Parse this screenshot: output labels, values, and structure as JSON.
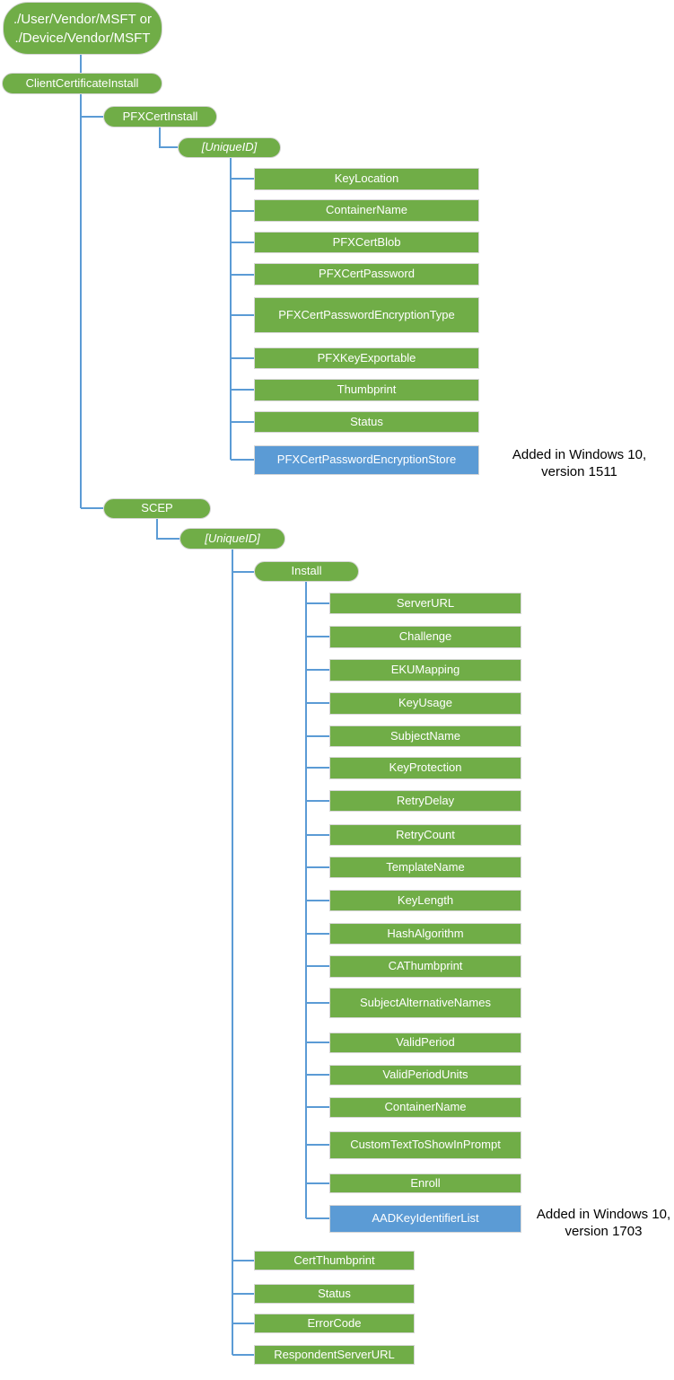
{
  "colors": {
    "node_green": "#70AD47",
    "node_blue": "#5B9BD5",
    "connector_blue": "#5B9BD5",
    "node_border_gray": "#D6D6D6",
    "node_text": "#FFFFFF",
    "annotation_text": "#000000"
  },
  "root": {
    "label": "./User/Vendor/MSFT or\n./Device/Vendor/MSFT"
  },
  "nodes": {
    "client_certificate_install": "ClientCertificateInstall",
    "pfx_cert_install": "PFXCertInstall",
    "pfx_unique_id": "[UniqueID]",
    "key_location": "KeyLocation",
    "container_name": "ContainerName",
    "pfx_cert_blob": "PFXCertBlob",
    "pfx_cert_password": "PFXCertPassword",
    "pfx_cert_password_encryption_type": "PFXCertPasswordEncryptionType",
    "pfx_key_exportable": "PFXKeyExportable",
    "thumbprint": "Thumbprint",
    "status_pfx": "Status",
    "pfx_cert_password_encryption_store": "PFXCertPasswordEncryptionStore",
    "scep": "SCEP",
    "scep_unique_id": "[UniqueID]",
    "install": "Install",
    "server_url": "ServerURL",
    "challenge": "Challenge",
    "eku_mapping": "EKUMapping",
    "key_usage": "KeyUsage",
    "subject_name": "SubjectName",
    "key_protection": "KeyProtection",
    "retry_delay": "RetryDelay",
    "retry_count": "RetryCount",
    "template_name": "TemplateName",
    "key_length": "KeyLength",
    "hash_algorithm": "HashAlgorithm",
    "ca_thumbprint": "CAThumbprint",
    "subject_alternative_names": "SubjectAlternativeNames",
    "valid_period": "ValidPeriod",
    "valid_period_units": "ValidPeriodUnits",
    "container_name_scep": "ContainerName",
    "custom_text_to_show_in_prompt": "CustomTextToShowInPrompt",
    "enroll": "Enroll",
    "aad_key_identifier_list": "AADKeyIdentifierList",
    "cert_thumbprint": "CertThumbprint",
    "status_scep": "Status",
    "error_code": "ErrorCode",
    "respondent_server_url": "RespondentServerURL"
  },
  "annotations": {
    "win10_1511": "Added in Windows 10,\nversion 1511",
    "win10_1703": "Added in Windows 10,\nversion 1703"
  }
}
